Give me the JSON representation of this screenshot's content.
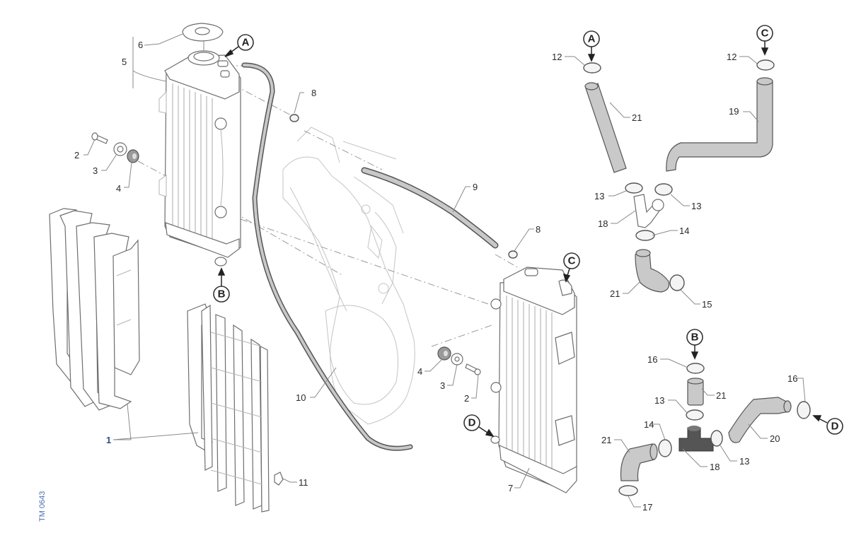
{
  "diagram": {
    "title": "Radiator / cooling system exploded view",
    "drawing_id": "TM 0643",
    "colors": {
      "line": "#6e6e6e",
      "hose": "#c9c9c9",
      "label": "#2a2a2a",
      "drawing_id": "#4a6fb0"
    },
    "reference_markers": [
      "A",
      "B",
      "C",
      "D"
    ],
    "callouts": {
      "c1": "1",
      "c2a": "2",
      "c2b": "2",
      "c3a": "3",
      "c3b": "3",
      "c4a": "4",
      "c4b": "4",
      "c5": "5",
      "c6": "6",
      "c7": "7",
      "c8a": "8",
      "c8b": "8",
      "c9": "9",
      "c10": "10",
      "c11": "11",
      "c12a": "12",
      "c12b": "12",
      "c13a": "13",
      "c13b": "13",
      "c13c": "13",
      "c13d": "13",
      "c14a": "14",
      "c14b": "14",
      "c15": "15",
      "c16a": "16",
      "c16b": "16",
      "c17": "17",
      "c18a": "18",
      "c18b": "18",
      "c19": "19",
      "c20": "20",
      "c21a": "21",
      "c21b": "21",
      "c21c": "21",
      "c21d": "21"
    }
  }
}
